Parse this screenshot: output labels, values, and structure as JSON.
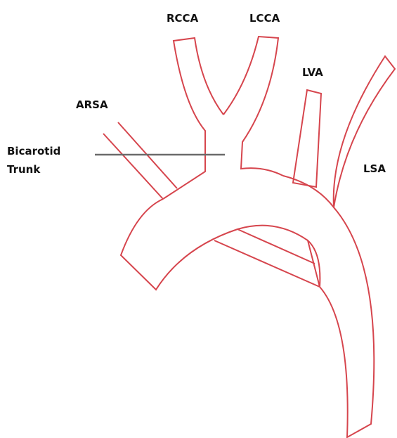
{
  "labels": {
    "rcca": "RCCA",
    "lcca": "LCCA",
    "lva": "LVA",
    "arsa": "ARSA",
    "bicarotid_line1": "Bicarotid",
    "bicarotid_line2": "Trunk",
    "lsa": "LSA"
  },
  "colors": {
    "vessel_outline": "#d6454d",
    "pointer_line": "#6b6b6b",
    "label_text": "#111111"
  }
}
